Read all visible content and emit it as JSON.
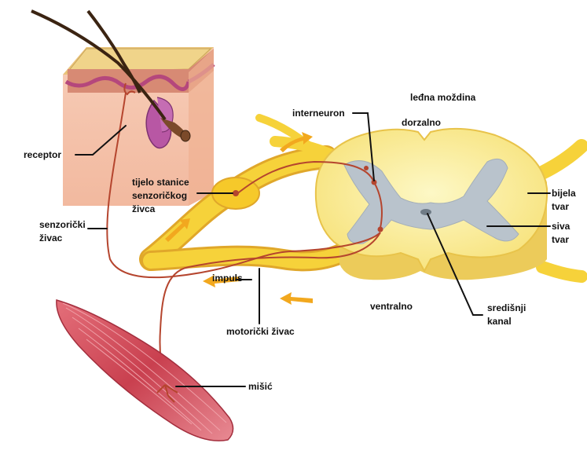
{
  "labels": {
    "spinal_cord": "leđna moždina",
    "dorsal": "dorzalno",
    "ventral": "ventralno",
    "interneuron": "interneuron",
    "receptor": "receptor",
    "cell_body_1": "tijelo stanice",
    "cell_body_2": "senzoričkog",
    "cell_body_3": "živca",
    "sensory_nerve_1": "senzorički",
    "sensory_nerve_2": "živac",
    "white_matter_1": "bijela",
    "white_matter_2": "tvar",
    "grey_matter_1": "siva",
    "grey_matter_2": "tvar",
    "central_canal_1": "središnji",
    "central_canal_2": "kanal",
    "impulse": "impuls",
    "motor_nerve": "motorički živac",
    "muscle": "mišić"
  },
  "colors": {
    "nerve_yellow": "#f6d23a",
    "cord_yellow": "#fbf3a6",
    "grey_matter": "#b9c3cc",
    "neuron_red": "#b5452e",
    "muscle_red": "#cf4a58",
    "skin_pink": "#f5c4b0",
    "arrow_orange": "#f2a81e"
  }
}
